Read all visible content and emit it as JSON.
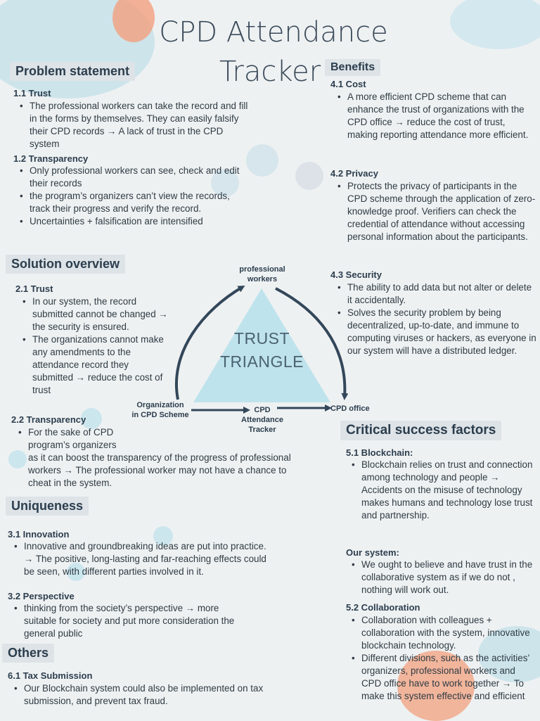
{
  "title": {
    "line1": "CPD Attendance",
    "line2": "Tracker"
  },
  "problem": {
    "heading": "Problem statement",
    "s1": {
      "title": "1.1 Trust",
      "items": [
        " The  professional workers can take the record and fill in the forms by themselves. They can easily falsify their CPD records → A lack of trust in the CPD system"
      ]
    },
    "s2": {
      "title": "1.2 Transparency",
      "items": [
        "Only professional workers  can see, check and edit their records",
        "the program’s organizers can’t view the records, track their progress and verify the record.",
        "Uncertainties  + falsification are intensified"
      ]
    }
  },
  "solution": {
    "heading": "Solution overview",
    "s1": {
      "title": "2.1 Trust",
      "items": [
        "In our system, the record submitted cannot be changed →  the security is ensured.",
        "The organizations cannot make any amendments to the attendance record they submitted → reduce the cost of trust"
      ]
    },
    "s2": {
      "title": "2.2 Transparency",
      "items": [
        "For the sake of CPD program’s organizers"
      ],
      "continuation": "as it can boost the transparency of the progress of professional workers → The professional worker may not  have a chance to cheat in the system."
    }
  },
  "uniqueness": {
    "heading": "Uniqueness",
    "s1": {
      "title": "3.1 Innovation",
      "items": [
        "Innovative and groundbreaking ideas are put into practice. → The positive, long-lasting and far-reaching effects could be seen, with different parties involved in it."
      ]
    },
    "s2": {
      "title": "3.2 Perspective",
      "items": [
        "thinking from the society’s perspective → more suitable for society and put more consideration the general public"
      ]
    }
  },
  "others": {
    "heading": "Others",
    "s1": {
      "title": "6.1 Tax Submission",
      "items": [
        "Our Blockchain system could also be implemented on tax submission, and prevent tax fraud."
      ]
    }
  },
  "benefits": {
    "heading": "Benefits",
    "s1": {
      "title": "4.1 Cost",
      "items": [
        "A more efficient CPD scheme that can enhance the trust of organizations with the CPD office → reduce the cost of trust, making reporting attendance more efficient."
      ]
    },
    "s2": {
      "title": "4.2 Privacy",
      "items": [
        "Protects the privacy of participants in the CPD scheme through the application of zero-knowledge proof. Verifiers can check the credential of attendance without accessing personal information about the participants."
      ]
    },
    "s3": {
      "title": "4.3 Security",
      "items": [
        " The ability to add data but not alter or delete it accidentally.",
        " Solves the security problem by being decentralized, up-to-date, and immune to computing viruses or hackers, as everyone in our system will have a distributed ledger."
      ]
    }
  },
  "diagram": {
    "top": "professional\nworkers",
    "center_line1": "TRUST",
    "center_line2": "TRIANGLE",
    "left": "Organization\nin CPD Scheme",
    "middle": "CPD\nAttendance\nTracker",
    "right": "CPD office"
  },
  "csf": {
    "heading": "Critical success factors",
    "s1": {
      "title": "5.1 Blockchain:",
      "items": [
        "Blockchain relies on trust and connection among technology and people → Accidents on the misuse of technology makes humans and technology lose trust and partnership."
      ]
    },
    "s_our": {
      "title": "Our system:",
      "items": [
        "We ought to believe and have trust in the collaborative system as if we do not , nothing will work out."
      ]
    },
    "s2": {
      "title": "5.2 Collaboration",
      "items": [
        "Collaboration with colleagues + collaboration with the system, innovative blockchain technology.",
        "Different divisions, such as the activities’ organizers, professional workers and CPD office have to work together → To make this system effective and efficient"
      ]
    }
  },
  "colors": {
    "accent_orange": "#f2a07e",
    "accent_blue": "#a9d8e4",
    "triangle": "#bfe3ec",
    "arrow": "#33475a"
  }
}
